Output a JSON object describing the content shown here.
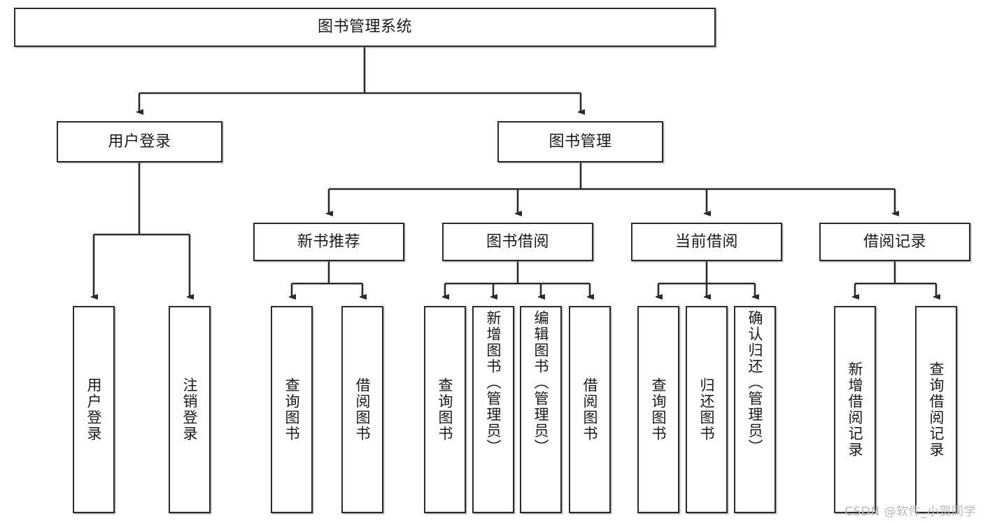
{
  "diagram": {
    "title": "图书管理系统",
    "type": "tree-hierarchy-chart",
    "root": {
      "label": "图书管理系统"
    },
    "level2": [
      {
        "label": "用户登录"
      },
      {
        "label": "图书管理"
      }
    ],
    "level3": [
      {
        "label": "新书推荐"
      },
      {
        "label": "图书借阅"
      },
      {
        "label": "当前借阅"
      },
      {
        "label": "借阅记录"
      }
    ],
    "leaves": {
      "user_login": [
        {
          "label": "用户登录"
        },
        {
          "label": "注销登录"
        }
      ],
      "new_book_recommend": [
        {
          "label": "查询图书"
        },
        {
          "label": "借阅图书"
        }
      ],
      "book_borrow": [
        {
          "label": "查询图书"
        },
        {
          "label": "新增图书（管理员）"
        },
        {
          "label": "编辑图书（管理员）"
        },
        {
          "label": "借阅图书"
        }
      ],
      "current_borrow": [
        {
          "label": "查询图书"
        },
        {
          "label": "归还图书"
        },
        {
          "label": "确认归还（管理员）"
        }
      ],
      "borrow_record": [
        {
          "label": "新增借阅记录"
        },
        {
          "label": "查询借阅记录"
        }
      ]
    }
  },
  "watermark": {
    "text": "CSDN @软件_小贺同学"
  },
  "colors": {
    "border": "#2b2b2b",
    "background": "#ffffff",
    "text": "#1a1a1a",
    "watermark": "#b9b9b9"
  }
}
